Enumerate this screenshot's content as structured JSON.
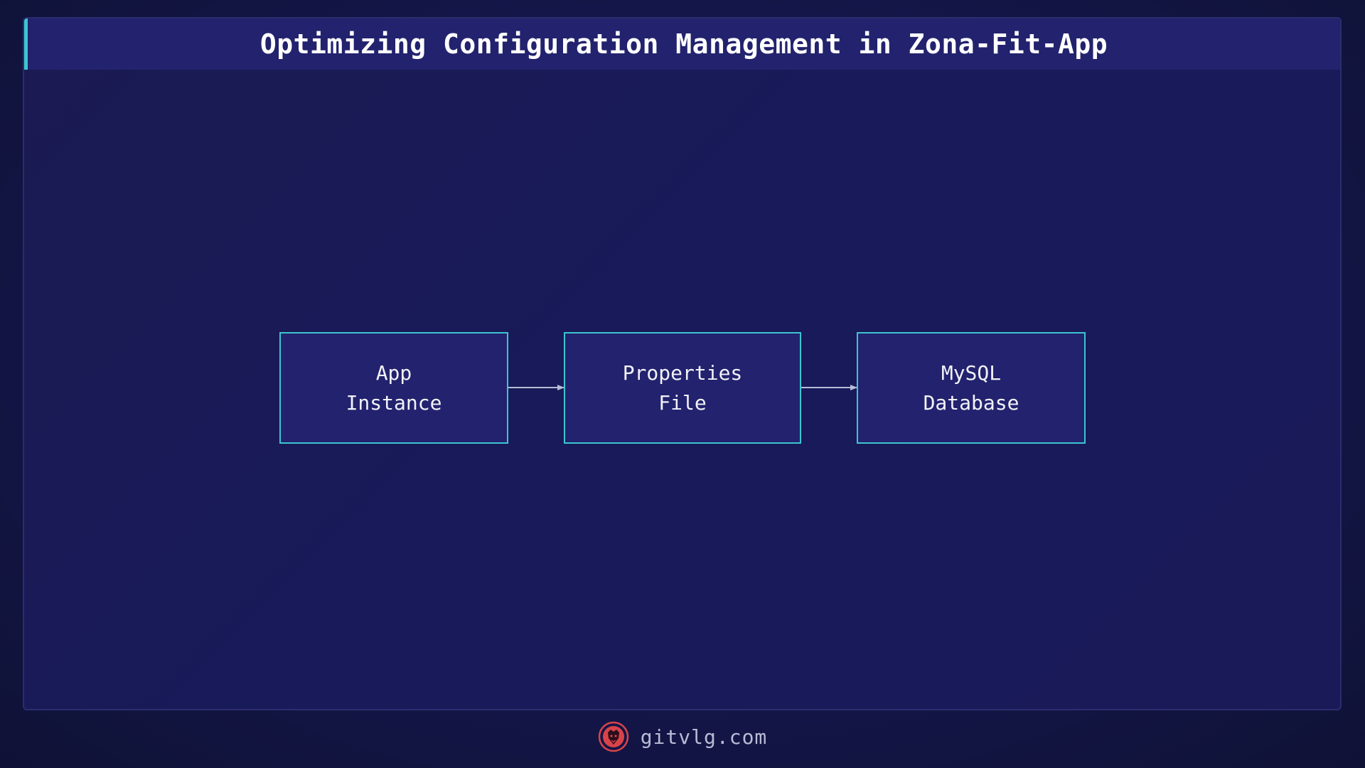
{
  "header": {
    "title": "Optimizing Configuration Management in Zona-Fit-App"
  },
  "diagram": {
    "nodes": [
      {
        "id": "app",
        "label": "App\nInstance"
      },
      {
        "id": "props",
        "label": "Properties\nFile"
      },
      {
        "id": "db",
        "label": "MySQL\nDatabase"
      }
    ],
    "edges": [
      {
        "from": "app",
        "to": "props"
      },
      {
        "from": "props",
        "to": "db"
      }
    ]
  },
  "footer": {
    "site": "gitvlg.com",
    "logo_icon": "lion-head-icon"
  },
  "colors": {
    "background": "#14164a",
    "panel": "#1b1a52",
    "title_bar": "#22226e",
    "accent": "#3cc6d0",
    "node_fill": "#22226e",
    "arrow": "#b8bcd8",
    "logo": "#d8434a"
  }
}
